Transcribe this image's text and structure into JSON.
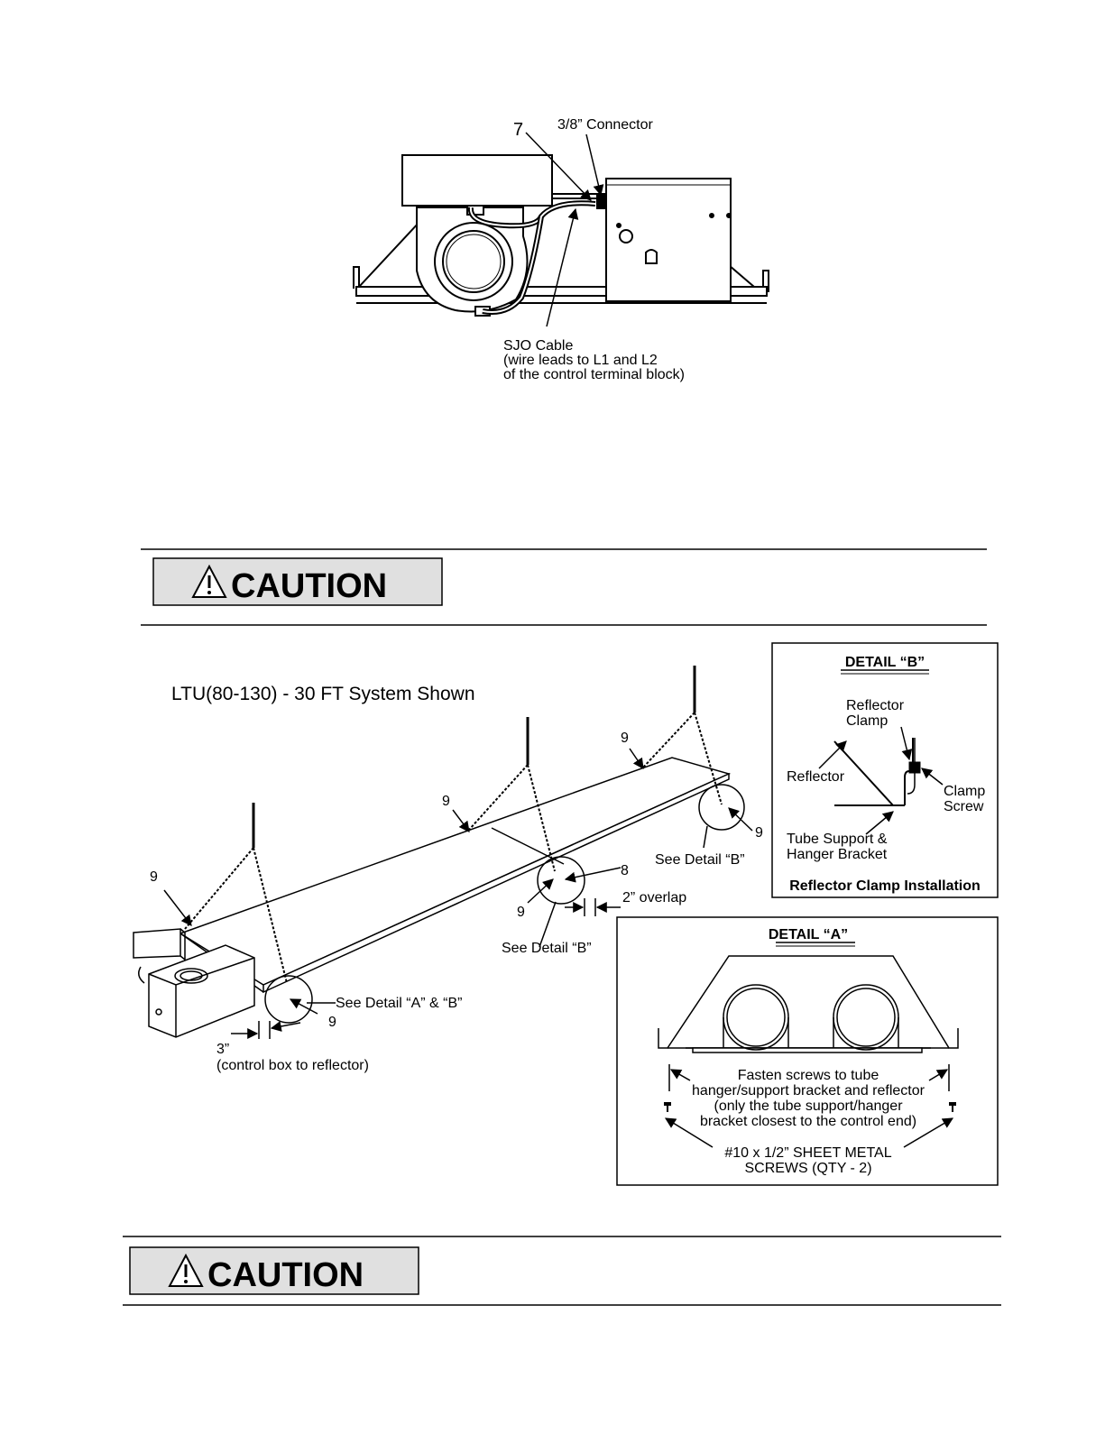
{
  "figure1": {
    "callout_7": "7",
    "connector_label": "3/8” Connector",
    "sjo_cable": [
      "SJO Cable",
      "(wire leads to L1 and L2",
      "of the control terminal block)"
    ]
  },
  "caution1": {
    "text": "CAUTION"
  },
  "system": {
    "title": "LTU(80-130) - 30 FT System Shown",
    "callout_9": "9",
    "callout_8": "8",
    "see_detail_b": "See Detail “B”",
    "see_detail_ab": "See Detail “A” & “B”",
    "overlap": "2” overlap",
    "dim_3": "3”",
    "dim_3_note": "(control box to reflector)"
  },
  "detail_b": {
    "title": "DETAIL “B”",
    "reflector_clamp": [
      "Reflector",
      "Clamp"
    ],
    "reflector": "Reflector",
    "clamp_screw": [
      "Clamp",
      "Screw"
    ],
    "tube_support": [
      "Tube Support &",
      "Hanger Bracket"
    ],
    "caption": "Reflector Clamp Installation"
  },
  "detail_a": {
    "title": "DETAIL “A”",
    "fasten_note": [
      "Fasten screws to tube",
      "hanger/support bracket and reflector",
      "(only the tube support/hanger",
      "bracket closest to the control end)"
    ],
    "screws_note": [
      "#10 x 1/2” SHEET METAL",
      "SCREWS (QTY - 2)"
    ]
  },
  "caution2": {
    "text": "CAUTION"
  }
}
